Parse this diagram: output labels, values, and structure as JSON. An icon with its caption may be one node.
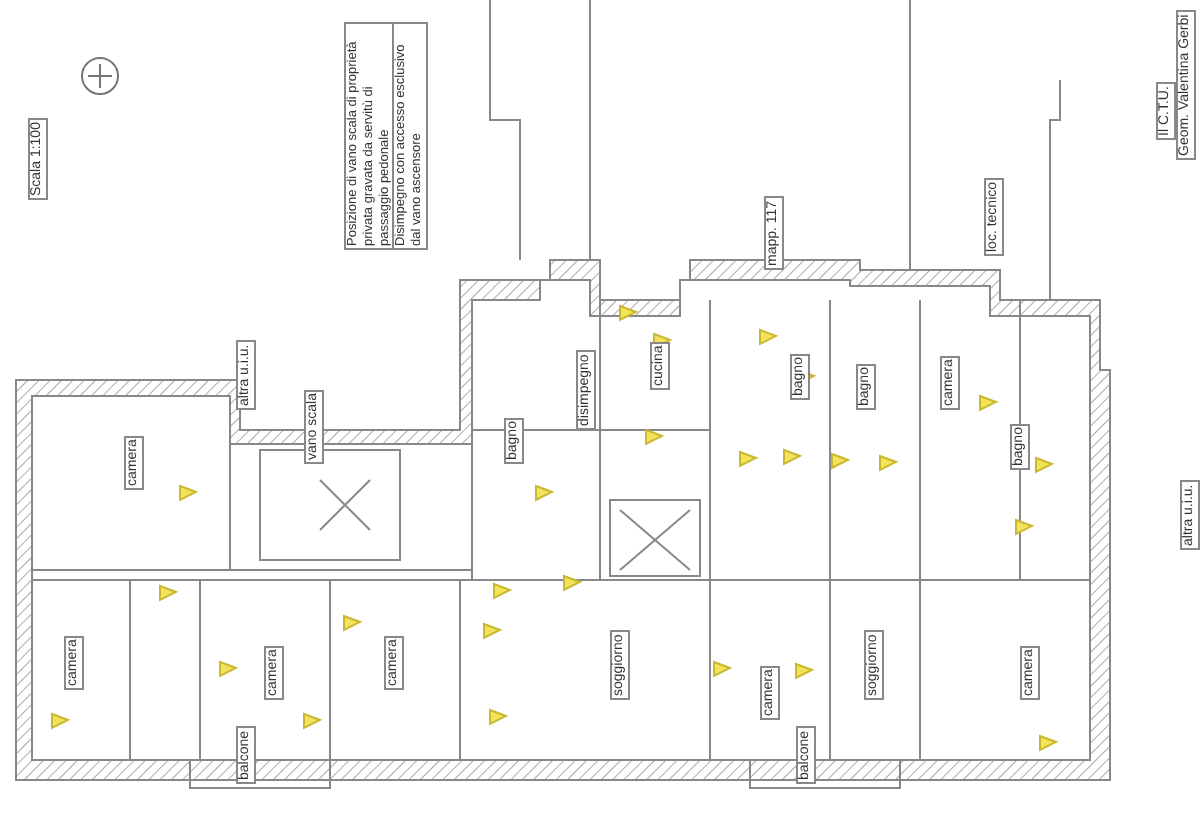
{
  "diagram": {
    "labels": [
      "Scala 1:100",
      "Posizione di vano scala di proprietà privata gravata da servitù di passaggio pedonale",
      "Disimpegno con accesso esclusivo dal vano ascensore",
      "Geom. Valentina Gerbi",
      "Il C.T.U.",
      "mapp. 117",
      "loc. tecnico",
      "altra u.i.u.",
      "camera",
      "vano scala",
      "bagno",
      "disimpegno",
      "cucina",
      "bagno",
      "bagno",
      "camera",
      "bagno",
      "camera",
      "camera",
      "camera",
      "soggiorno",
      "soggiorno",
      "camera",
      "camera",
      "balcone",
      "balcone",
      "altra u.i.u."
    ]
  }
}
